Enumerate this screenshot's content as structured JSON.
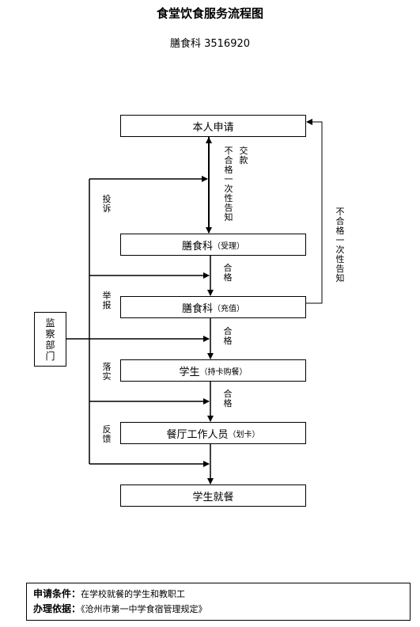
{
  "header": {
    "title": "食堂饮食服务流程图",
    "subtitle": "膳食科 3516920"
  },
  "nodes": {
    "apply": "本人申请",
    "accept": {
      "main": "膳食科",
      "sub": "（受理）"
    },
    "recharge": {
      "main": "膳食科",
      "sub": "（充值）"
    },
    "student": {
      "main": "学生",
      "sub": "（持卡购餐）"
    },
    "staff": {
      "main": "餐厅工作人员",
      "sub": "（划卡）"
    },
    "dine": "学生就餐",
    "supervise": "监察部门"
  },
  "edge_labels": {
    "fail_once": "不合格一次性告知",
    "submit": "交款",
    "qualified": "合格",
    "fail_once_right": "不合格一次性告知",
    "complain": "投诉",
    "report": "举报",
    "implement": "落实",
    "feedback": "反馈"
  },
  "footer": {
    "cond_label": "申请条件：",
    "cond_value": "在学校就餐的学生和教职工",
    "basis_label": "办理依据：",
    "basis_value": "《沧州市第一中学食宿管理规定》"
  }
}
